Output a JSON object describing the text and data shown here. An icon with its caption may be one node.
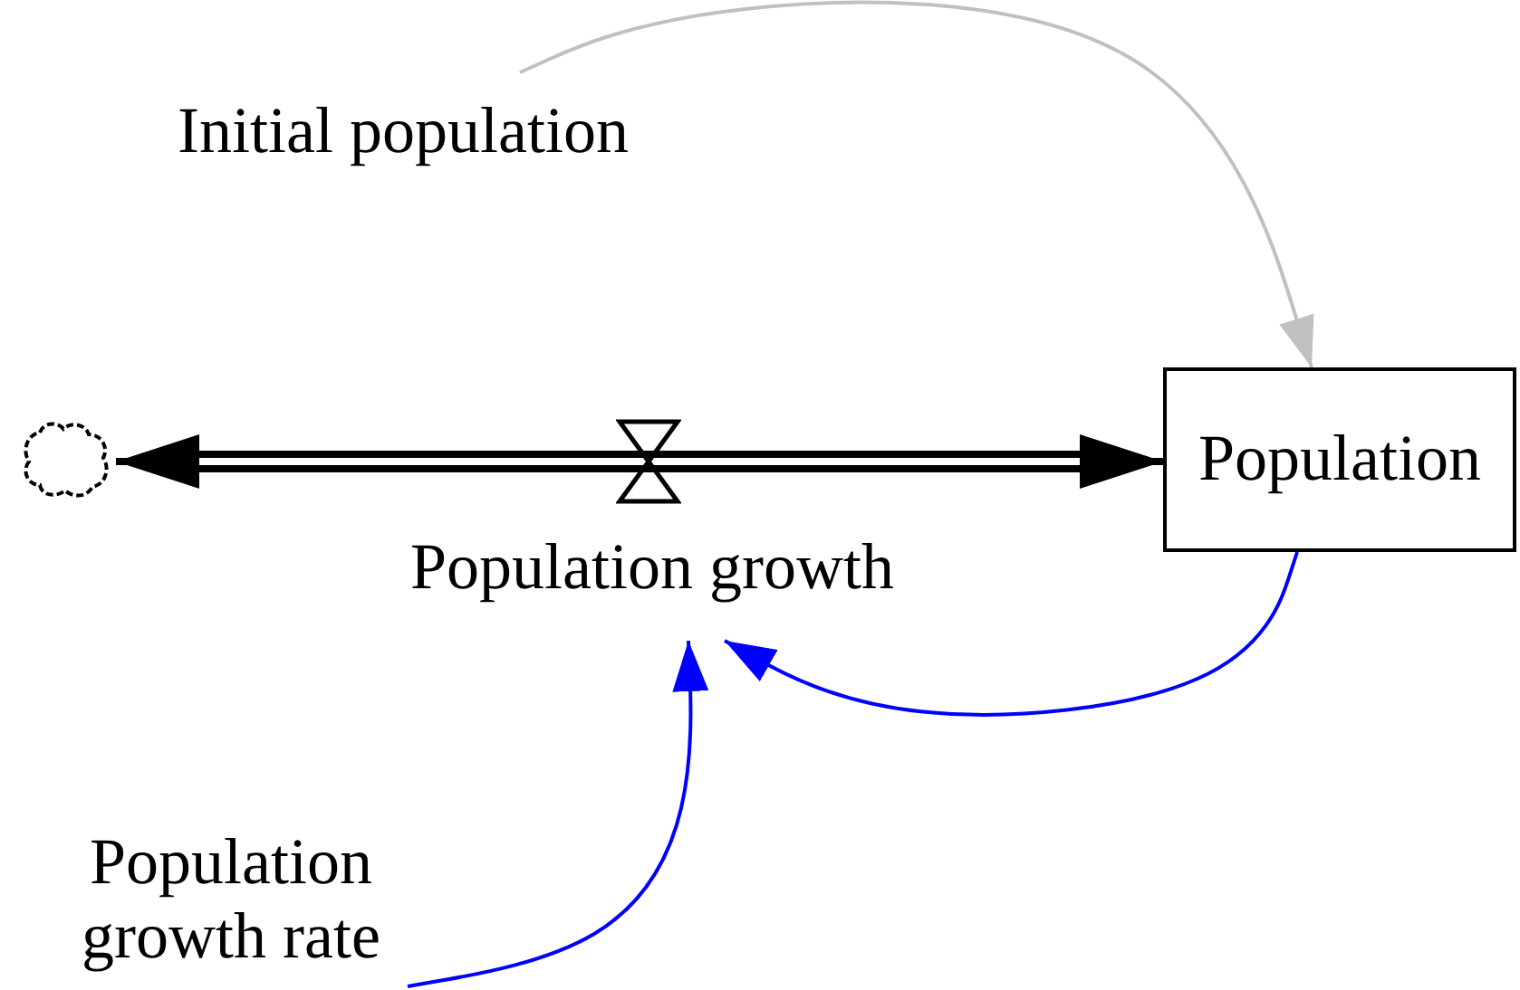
{
  "diagram": {
    "nodes": [
      {
        "text": [
          "Initial population"
        ]
      },
      {
        "text": [
          "Population"
        ]
      },
      {
        "text": [],
        "shape": "cloud"
      },
      {
        "text": [
          "Population growth"
        ]
      },
      {
        "text": [
          "Population growth rate"
        ]
      }
    ],
    "edges": [
      {
        "from": 0,
        "to": 1,
        "arrow": "to",
        "color": "#c0c0c0"
      },
      {
        "from": 1,
        "to": 3,
        "arrow": "to",
        "color": "#0000ff"
      },
      {
        "from": 4,
        "to": 3,
        "arrow": "to",
        "color": "#0000ff"
      },
      {
        "from": 3,
        "to": 2,
        "arrow": "to",
        "style": "thick",
        "color": "#000000"
      },
      {
        "from": 3,
        "to": 1,
        "arrow": "to",
        "style": "thick",
        "color": "#000000"
      }
    ]
  }
}
